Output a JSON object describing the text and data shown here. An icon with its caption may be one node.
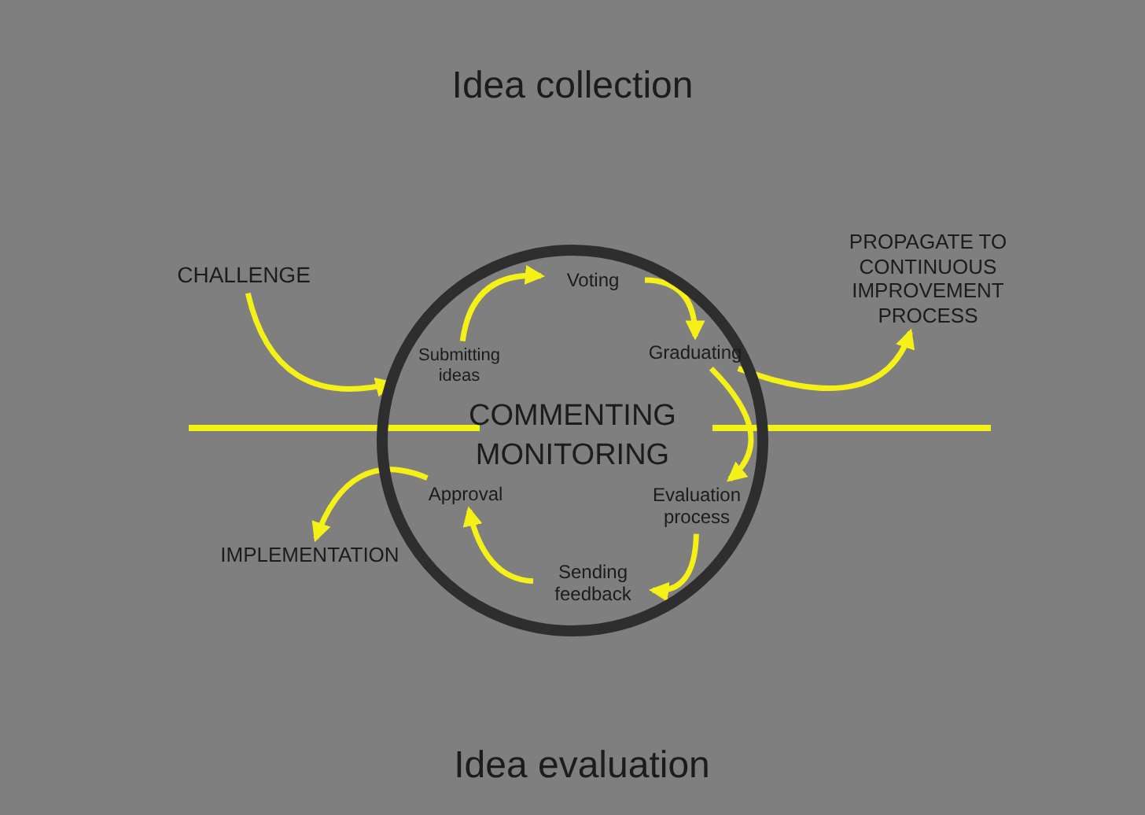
{
  "diagram": {
    "nodes": [
      {
        "text": [
          "COMMENTING MONITORING"
        ]
      },
      {
        "text": [
          "Submitting ideas"
        ],
        "in": 0
      },
      {
        "text": [
          "Voting"
        ],
        "in": 0
      },
      {
        "text": [
          "Graduating"
        ],
        "in": 0
      },
      {
        "text": [
          "Evaluation process"
        ],
        "in": 0
      },
      {
        "text": [
          "Sending feedback"
        ],
        "in": 0
      },
      {
        "text": [
          "Approval"
        ],
        "in": 0
      },
      {
        "text": [
          "CHALLENGE"
        ]
      },
      {
        "text": [
          "PROPAGATE TO CONTINUOUS IMPROVEMENT PROCESS"
        ]
      },
      {
        "text": [
          "IMPLEMENTATION"
        ]
      }
    ],
    "edges": [
      {
        "from": 7,
        "to": 1,
        "arrow": "to"
      },
      {
        "from": 1,
        "to": 2,
        "arrow": "to"
      },
      {
        "from": 2,
        "to": 3,
        "arrow": "to"
      },
      {
        "from": 3,
        "to": 4,
        "arrow": "to"
      },
      {
        "from": 4,
        "to": 5,
        "arrow": "to"
      },
      {
        "from": 5,
        "to": 6,
        "arrow": "to"
      },
      {
        "from": 3,
        "to": 8,
        "arrow": "to"
      },
      {
        "from": 6,
        "to": 9,
        "arrow": "to"
      }
    ],
    "labels": [
      "Idea collection",
      "Idea evaluation"
    ]
  }
}
